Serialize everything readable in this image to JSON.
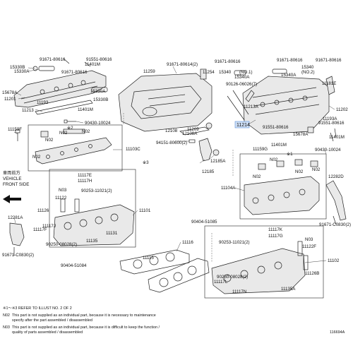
{
  "parts_left_upper": {
    "p15330B": "15330B",
    "p15330A_top": "15330A",
    "p91671_80616_a": "91671-80616",
    "p91551_80616_a": "91551-80616",
    "p11401M_a": "11401M",
    "p91671_80616_b": "91671-80616",
    "p15678A_left": "15678A",
    "p11201": "11201",
    "p11193": "11193",
    "p11213": "11213",
    "p15330A_mid": "15330A",
    "p15330B_mid": "15330B",
    "p11401M_b": "11401M",
    "p11159F": "11159F",
    "p90430_10024_a": "90430-10024",
    "pN02_a": "N02",
    "pN02_b": "N02",
    "pN02_c": "N02",
    "pN02_d": "N02",
    "p11103C": "11103C"
  },
  "parts_center_upper": {
    "p11259": "11259",
    "p91671_80614_2": "91671-80614(2)",
    "p11254": "11254",
    "p11209": "11209",
    "p12108": "12108",
    "p12108A": "12108A",
    "p94151_80600_2": "94151-80600(2)",
    "p12185A": "12185A",
    "p12185": "12185"
  },
  "parts_right_upper": {
    "p91671_80616_c": "91671-80616",
    "p15340": "15340",
    "p15340_no1": "(NO.1)",
    "p15340A": "15340A",
    "p90126_06026_7": "90126-06026(7)",
    "p91671_80616_d": "91671-80616",
    "p91671_80616_e": "91671-80616",
    "p15340_right": "15340",
    "p15340_no2": "(NO.2)",
    "p15340A_right": "15340A",
    "p11181E": "11181E",
    "p11202": "11202",
    "p11193A": "11193A",
    "p11213A": "11213A",
    "p11214": "11214",
    "p91551_80616_b": "91551-80616",
    "p91551_80616_c": "91551-80616",
    "p15678A_right": "15678A",
    "p11401M_c": "11401M",
    "p11401M_d": "11401M",
    "p11159G": "11159G",
    "p90430_10024_b": "90430-10024",
    "pN02_e": "N02",
    "pN02_f": "N02",
    "pN02_g": "N02",
    "pN02_h": "N02",
    "p11104A": "11104A",
    "p12282D": "12282D",
    "p91671_C0830_2_r": "91671-C0830(2)"
  },
  "parts_lower": {
    "vehicle_front_line1": "車両前方",
    "vehicle_front_line2": "VEHICLE",
    "vehicle_front_line3": "FRONT SIDE",
    "p11117E": "11117E",
    "p11117H": "11117H",
    "pN03": "N03",
    "p11122": "11122",
    "p90253_11021_2_a": "90253-11021(2)",
    "p11126": "11126",
    "p11101": "11101",
    "p11117J": "11117J",
    "p11117F": "11117F",
    "p11131": "11131",
    "p11135": "11135",
    "p90250_08028_2_a": "90250-08028(2)",
    "p12281A": "12281A",
    "p91671_C0830_2_l": "91671-C0830(2)",
    "p90404_51085": "90404-51085",
    "p11115": "11115",
    "p90404_51084": "90404-51084",
    "p11116": "11116",
    "p11117K": "11117K",
    "p11117G": "11117G",
    "p90253_11021_2_b": "90253-11021(2)",
    "pN03_b": "N03",
    "p11122F": "11122F",
    "p11102": "11102",
    "p90250_08028_2_b": "90250-08028(2)",
    "p11117L": "11117L",
    "p11126B": "11126B",
    "p11117N": "11117N",
    "p11135A": "11135A",
    "mark_s1": "※1",
    "mark_s2": "※2",
    "mark_s3": "※3"
  },
  "legend": {
    "refer": "※1～※3  REFER TO ILLUST NO. 2 OF 2",
    "n02_code": "N02",
    "n02_line1": "This part is not supplied as an individual part, because it is necessary to maintenance",
    "n02_line2": "specify after the part assembled / disassembled",
    "n03_code": "N03",
    "n03_line1": "This part is not supplied as an individual part, because it is difficult to keep the function /",
    "n03_line2": "quality of parts  assembled / disassembled",
    "illust_no": "116694A"
  },
  "highlight": {
    "part": "11214",
    "color": "#5b8ed6"
  }
}
